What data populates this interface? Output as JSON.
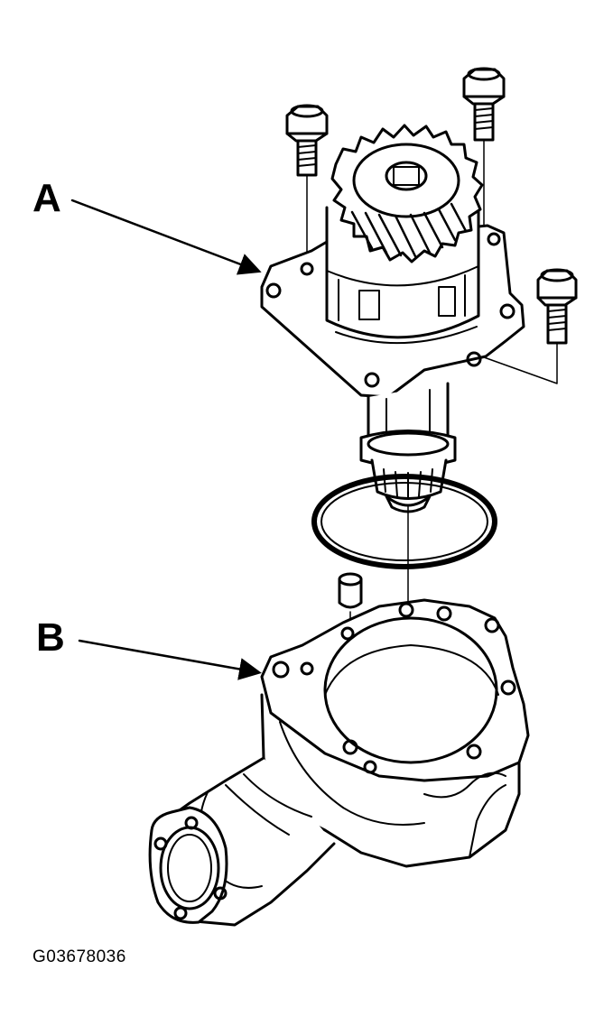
{
  "callouts": {
    "a": "A",
    "b": "B"
  },
  "figure_code": "G03678036",
  "colors": {
    "ink": "#000000",
    "paper": "#ffffff"
  }
}
